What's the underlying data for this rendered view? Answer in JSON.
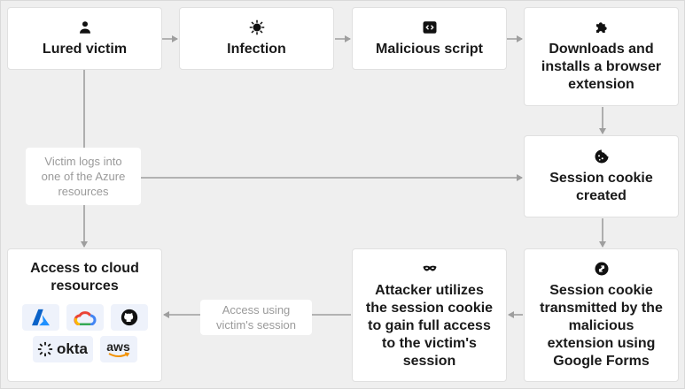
{
  "nodes": {
    "lured": "Lured victim",
    "infection": "Infection",
    "script": "Malicious script",
    "downloads": "Downloads and\ninstalls a browser\nextension",
    "cookie_created": "Session cookie\ncreated",
    "transmitted": "Session cookie\ntransmitted by the\nmalicious\nextension using\nGoogle Forms",
    "attacker": "Attacker utilizes\nthe session cookie\nto gain full access\nto the victim's\nsession",
    "cloud": "Access to cloud\nresources"
  },
  "notes": {
    "victim_logs": "Victim logs into\none of the Azure\nresources",
    "access_using": "Access using\nvictim's session"
  },
  "logos": {
    "okta": "okta",
    "aws": "aws"
  },
  "icons": {
    "lured": "person-icon",
    "infection": "virus-icon",
    "script": "code-icon",
    "downloads": "puzzle-icon",
    "cookie_created": "cookie-icon",
    "transmitted": "transfer-icon",
    "attacker": "mask-icon"
  },
  "colors": {
    "arrow": "#9e9e9e",
    "background": "#efefef",
    "note_text": "#9a9a9a"
  }
}
